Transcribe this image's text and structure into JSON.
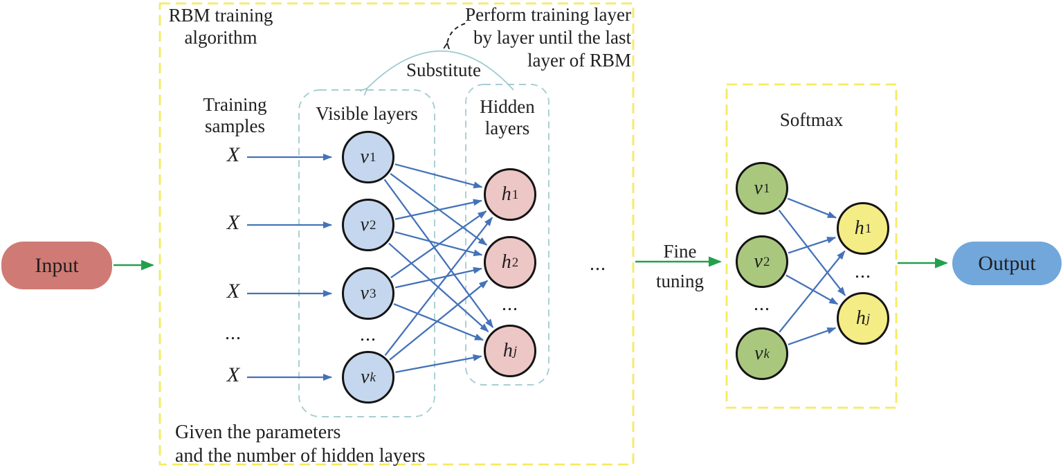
{
  "ellipsis": "...",
  "input": {
    "label": "Input"
  },
  "output": {
    "label": "Output"
  },
  "flow": {
    "fine_tuning_line1": "Fine",
    "fine_tuning_line2": "tuning"
  },
  "rbm": {
    "title_line1": "RBM training",
    "title_line2": "algorithm",
    "note_top_line1": "Perform training layer",
    "note_top_line2": "by layer until the last",
    "note_top_line3": "layer of RBM",
    "substitute_label": "Substitute",
    "samples_line1": "Training",
    "samples_line2": "samples",
    "sample_labels": [
      "X",
      "X",
      "X",
      "X"
    ],
    "visible": {
      "title": "Visible layers",
      "nodes": [
        {
          "base": "v",
          "sub": "1"
        },
        {
          "base": "v",
          "sub": "2"
        },
        {
          "base": "v",
          "sub": "3"
        },
        {
          "base": "v",
          "sub": "k"
        }
      ]
    },
    "hidden": {
      "title_line1": "Hidden",
      "title_line2": "layers",
      "nodes": [
        {
          "base": "h",
          "sub": "1"
        },
        {
          "base": "h",
          "sub": "2"
        },
        {
          "base": "h",
          "sub": "j"
        }
      ]
    },
    "note_bottom_line1": "Given the parameters",
    "note_bottom_line2": "and the number of hidden layers"
  },
  "softmax": {
    "title": "Softmax",
    "input_nodes": [
      {
        "base": "v",
        "sub": "1"
      },
      {
        "base": "v",
        "sub": "2"
      },
      {
        "base": "v",
        "sub": "k"
      }
    ],
    "output_nodes": [
      {
        "base": "h",
        "sub": "1"
      },
      {
        "base": "h",
        "sub": "j"
      }
    ]
  },
  "colors": {
    "input_box": "#cf7a74",
    "output_box": "#72a7dc",
    "visible_node": "#c5d7ee",
    "hidden_node": "#edc6c6",
    "softmax_input_node": "#a9c87e",
    "softmax_output_node": "#f4ec85",
    "blue_arrow": "#4472b8",
    "green_arrow": "#22a04d",
    "yellow_dashed_border": "#f5eb60",
    "teal_dashed_border": "#a6ced3",
    "substitute_arc": "#9ccad0",
    "node_border": "#141414",
    "text": "#1f1f1f"
  }
}
